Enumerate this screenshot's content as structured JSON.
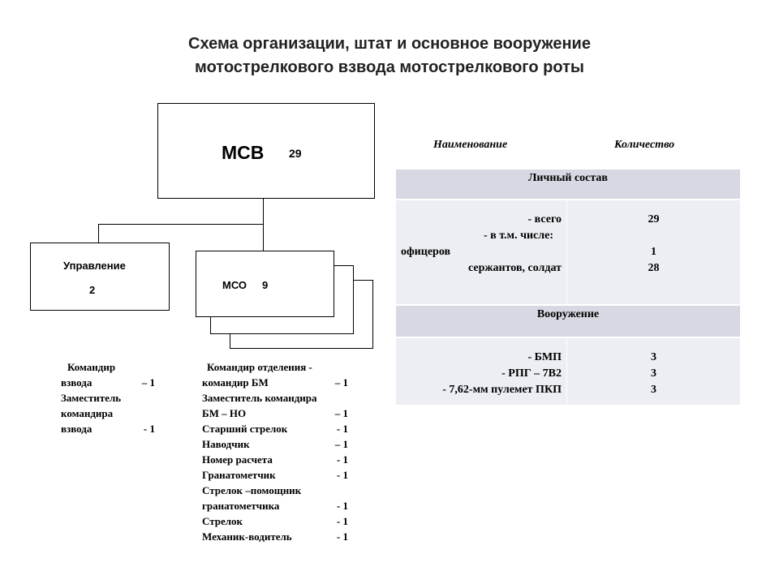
{
  "title": {
    "line1": "Схема организации, штат и основное вооружение",
    "line2": "мотострелкового взвода мотострелкового роты"
  },
  "org": {
    "top": {
      "name": "МСВ",
      "count": "29"
    },
    "command": {
      "name": "Управление",
      "count": "2"
    },
    "squad": {
      "name": "МСО",
      "count": "9"
    }
  },
  "command_roster": [
    {
      "name": "Командир",
      "count": ""
    },
    {
      "name": "взвода",
      "count": "– 1"
    },
    {
      "name": "Заместитель",
      "count": ""
    },
    {
      "name": "командира",
      "count": ""
    },
    {
      "name": "взвода",
      "count": "- 1"
    }
  ],
  "squad_roster": [
    {
      "name": "Командир отделения -",
      "count": ""
    },
    {
      "name": "командир БМ",
      "count": "– 1"
    },
    {
      "name": "Заместитель командира",
      "count": ""
    },
    {
      "name": "БМ – НО",
      "count": "– 1"
    },
    {
      "name": "Старший стрелок",
      "count": "- 1"
    },
    {
      "name": "Наводчик",
      "count": "– 1"
    },
    {
      "name": "Номер расчета",
      "count": "- 1"
    },
    {
      "name": "Гранатометчик",
      "count": "- 1"
    },
    {
      "name": "Стрелок –помощник",
      "count": ""
    },
    {
      "name": "гранатометчика",
      "count": "- 1"
    },
    {
      "name": "Стрелок",
      "count": "- 1"
    },
    {
      "name": "Механик-водитель",
      "count": "- 1"
    }
  ],
  "table": {
    "col_name": "Наименование",
    "col_qty": "Количество",
    "sections": [
      {
        "header": "Личный состав",
        "names": [
          "- всего",
          "- в т.м. числе:",
          "офицеров",
          "сержантов, солдат"
        ],
        "values": [
          "29",
          "",
          "1",
          "28"
        ]
      },
      {
        "header": "Вооружение",
        "names": [
          "- БМП",
          "- РПГ – 7В2",
          "- 7,62-мм пулемет ПКП"
        ],
        "values": [
          "3",
          "3",
          "3"
        ]
      }
    ]
  }
}
